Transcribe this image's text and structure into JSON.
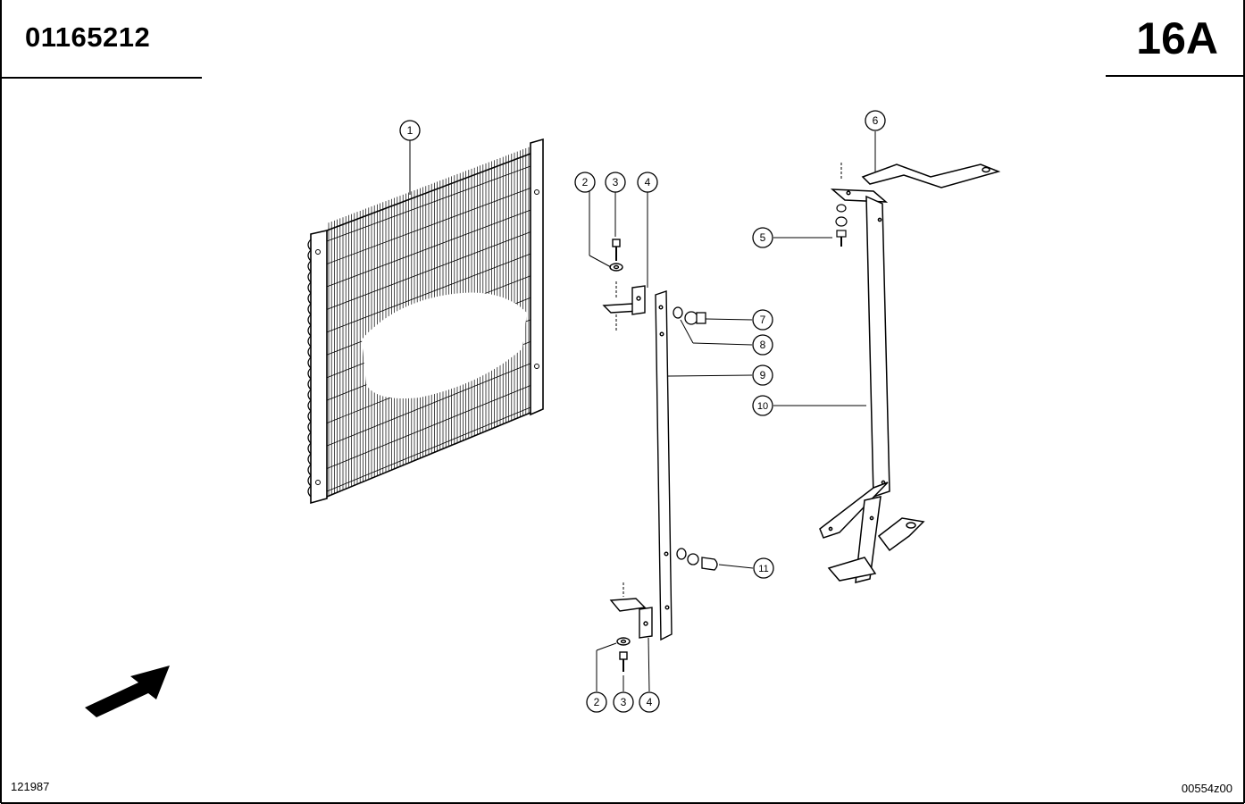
{
  "header": {
    "part_number": "01165212",
    "page_code": "16A"
  },
  "footer": {
    "left_code": "121987",
    "right_code": "00554z00"
  },
  "callouts": [
    "1",
    "2",
    "3",
    "4",
    "5",
    "6",
    "7",
    "8",
    "9",
    "10",
    "11"
  ]
}
